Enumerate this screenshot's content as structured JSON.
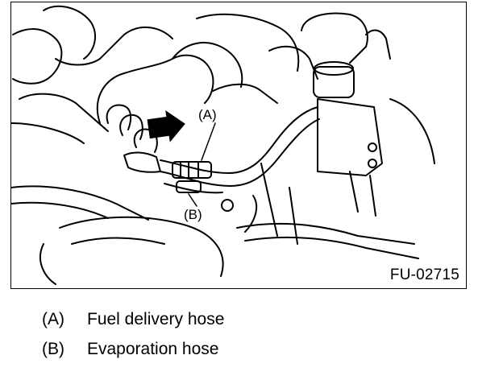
{
  "figure": {
    "figure_id": "FU-02715",
    "callouts": {
      "a": "(A)",
      "b": "(B)"
    }
  },
  "legend": [
    {
      "key": "(A)",
      "text": "Fuel delivery hose"
    },
    {
      "key": "(B)",
      "text": "Evaporation hose"
    }
  ],
  "icons": [
    "arrow-icon"
  ]
}
